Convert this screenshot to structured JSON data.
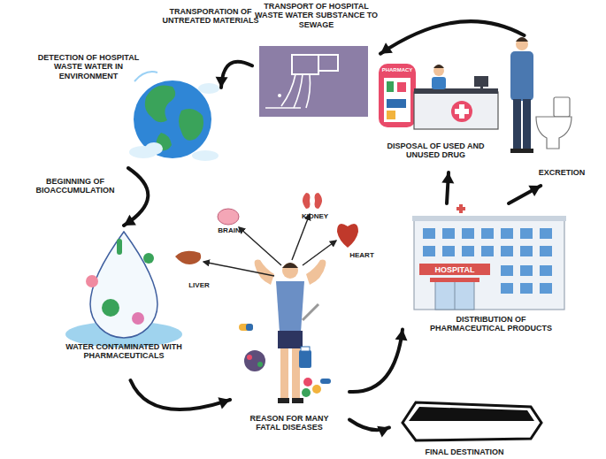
{
  "diagram": {
    "nodes": [
      {
        "text": [
          "TRANSPORT OF HOSPITAL WASTE WATER SUBSTANCE TO SEWAGE"
        ]
      },
      {
        "text": [
          "DISPOSAL OF USED AND UNUSED DRUG"
        ]
      },
      {
        "text": [
          "EXCRETION"
        ]
      },
      {
        "text": [
          "DISTRIBUTION OF PHARMACEUTICAL PRODUCTS"
        ]
      },
      {
        "text": [
          "FINAL DESTINATION"
        ]
      },
      {
        "text": [
          "REASON FOR MANY FATAL DISEASES"
        ]
      },
      {
        "text": [
          "WATER CONTAMINATED WITH PHARMACEUTICALS"
        ]
      },
      {
        "text": [
          "DETECTION OF HOSPITAL WASTE WATER IN ENVIRONMENT"
        ]
      }
    ],
    "edges": [
      {
        "from": 2,
        "to": 0,
        "arrow": "to"
      },
      {
        "from": 0,
        "to": 7,
        "label": "TRANSPORATION OF UNTREATED MATERIALS",
        "arrow": "to"
      },
      {
        "from": 7,
        "to": 6,
        "label": "BEGINNING OF BIOACCUMULATION",
        "arrow": "to"
      },
      {
        "from": 6,
        "to": 5,
        "arrow": "to"
      },
      {
        "from": 5,
        "to": 3,
        "arrow": "to"
      },
      {
        "from": 5,
        "to": 4,
        "arrow": "to"
      },
      {
        "from": 3,
        "to": 1,
        "arrow": "to"
      },
      {
        "from": 3,
        "to": 2,
        "arrow": "to"
      }
    ],
    "labels": [
      "BRAIN",
      "KIDNEY",
      "HEART",
      "LIVER",
      "HOSPITAL",
      "PHARMACY"
    ]
  }
}
